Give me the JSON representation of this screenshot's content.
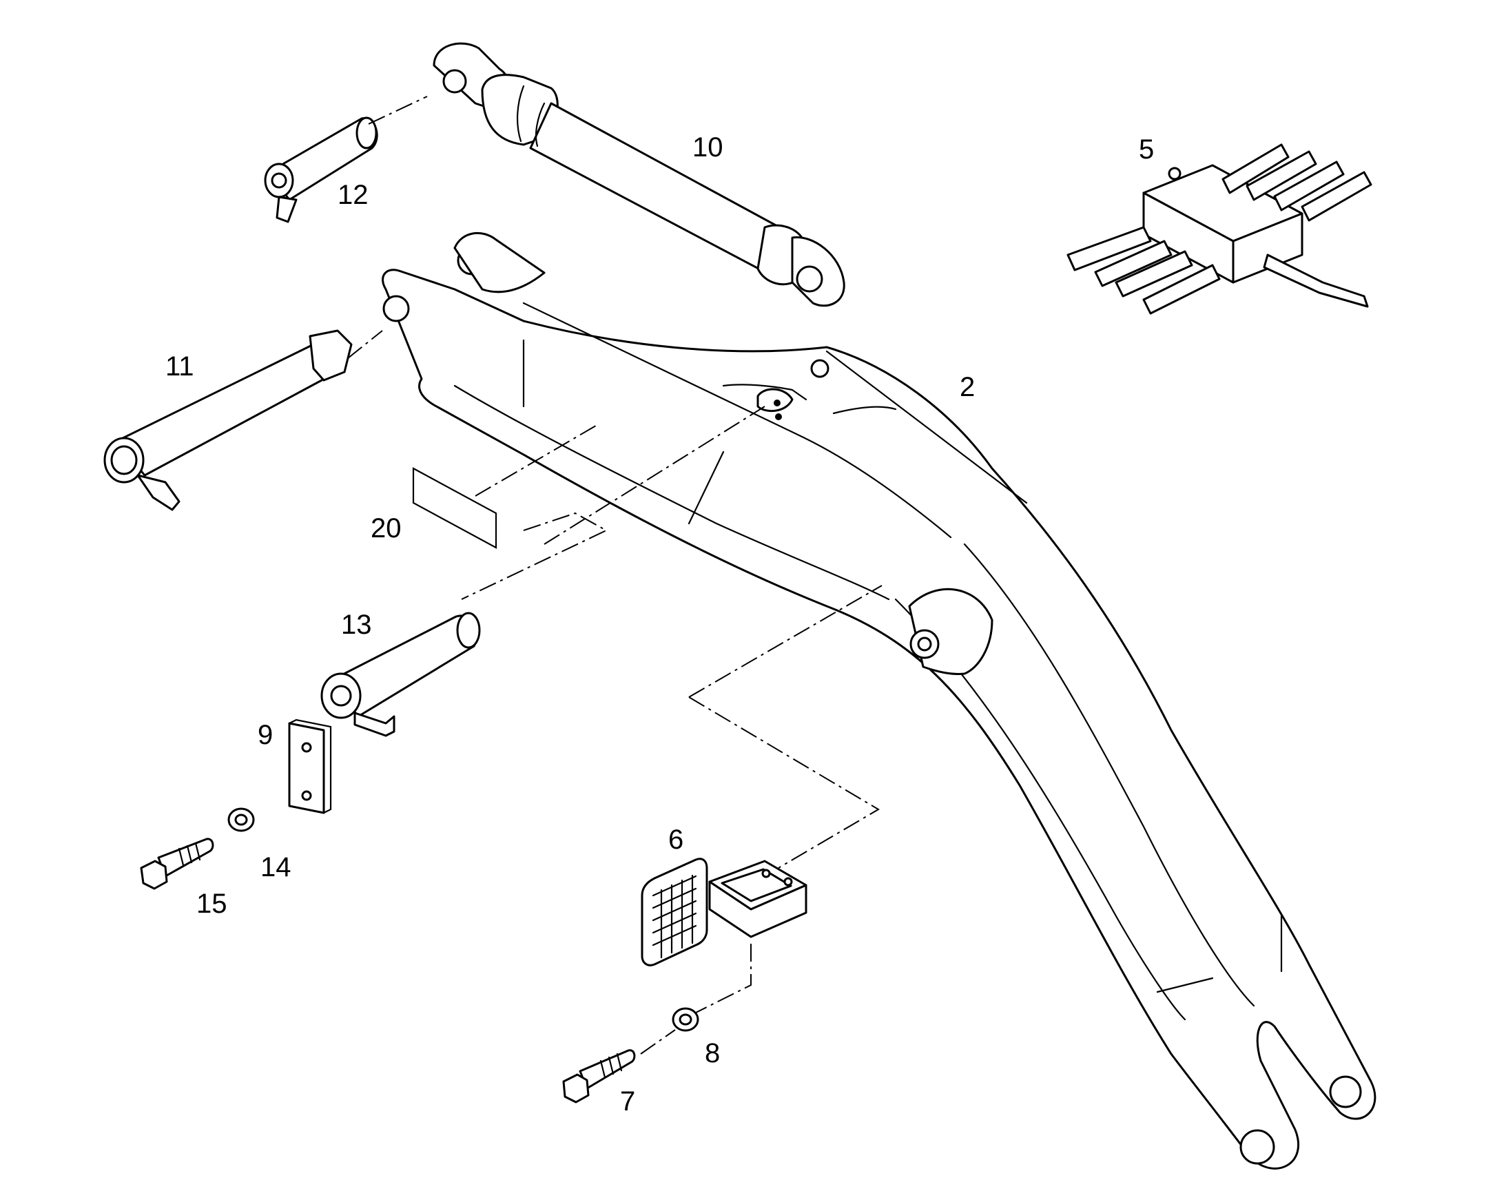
{
  "diagram": {
    "callouts": {
      "c2": "2",
      "c5": "5",
      "c6": "6",
      "c7": "7",
      "c8": "8",
      "c9": "9",
      "c10": "10",
      "c11": "11",
      "c12": "12",
      "c13": "13",
      "c14": "14",
      "c15": "15",
      "c20": "20"
    }
  }
}
